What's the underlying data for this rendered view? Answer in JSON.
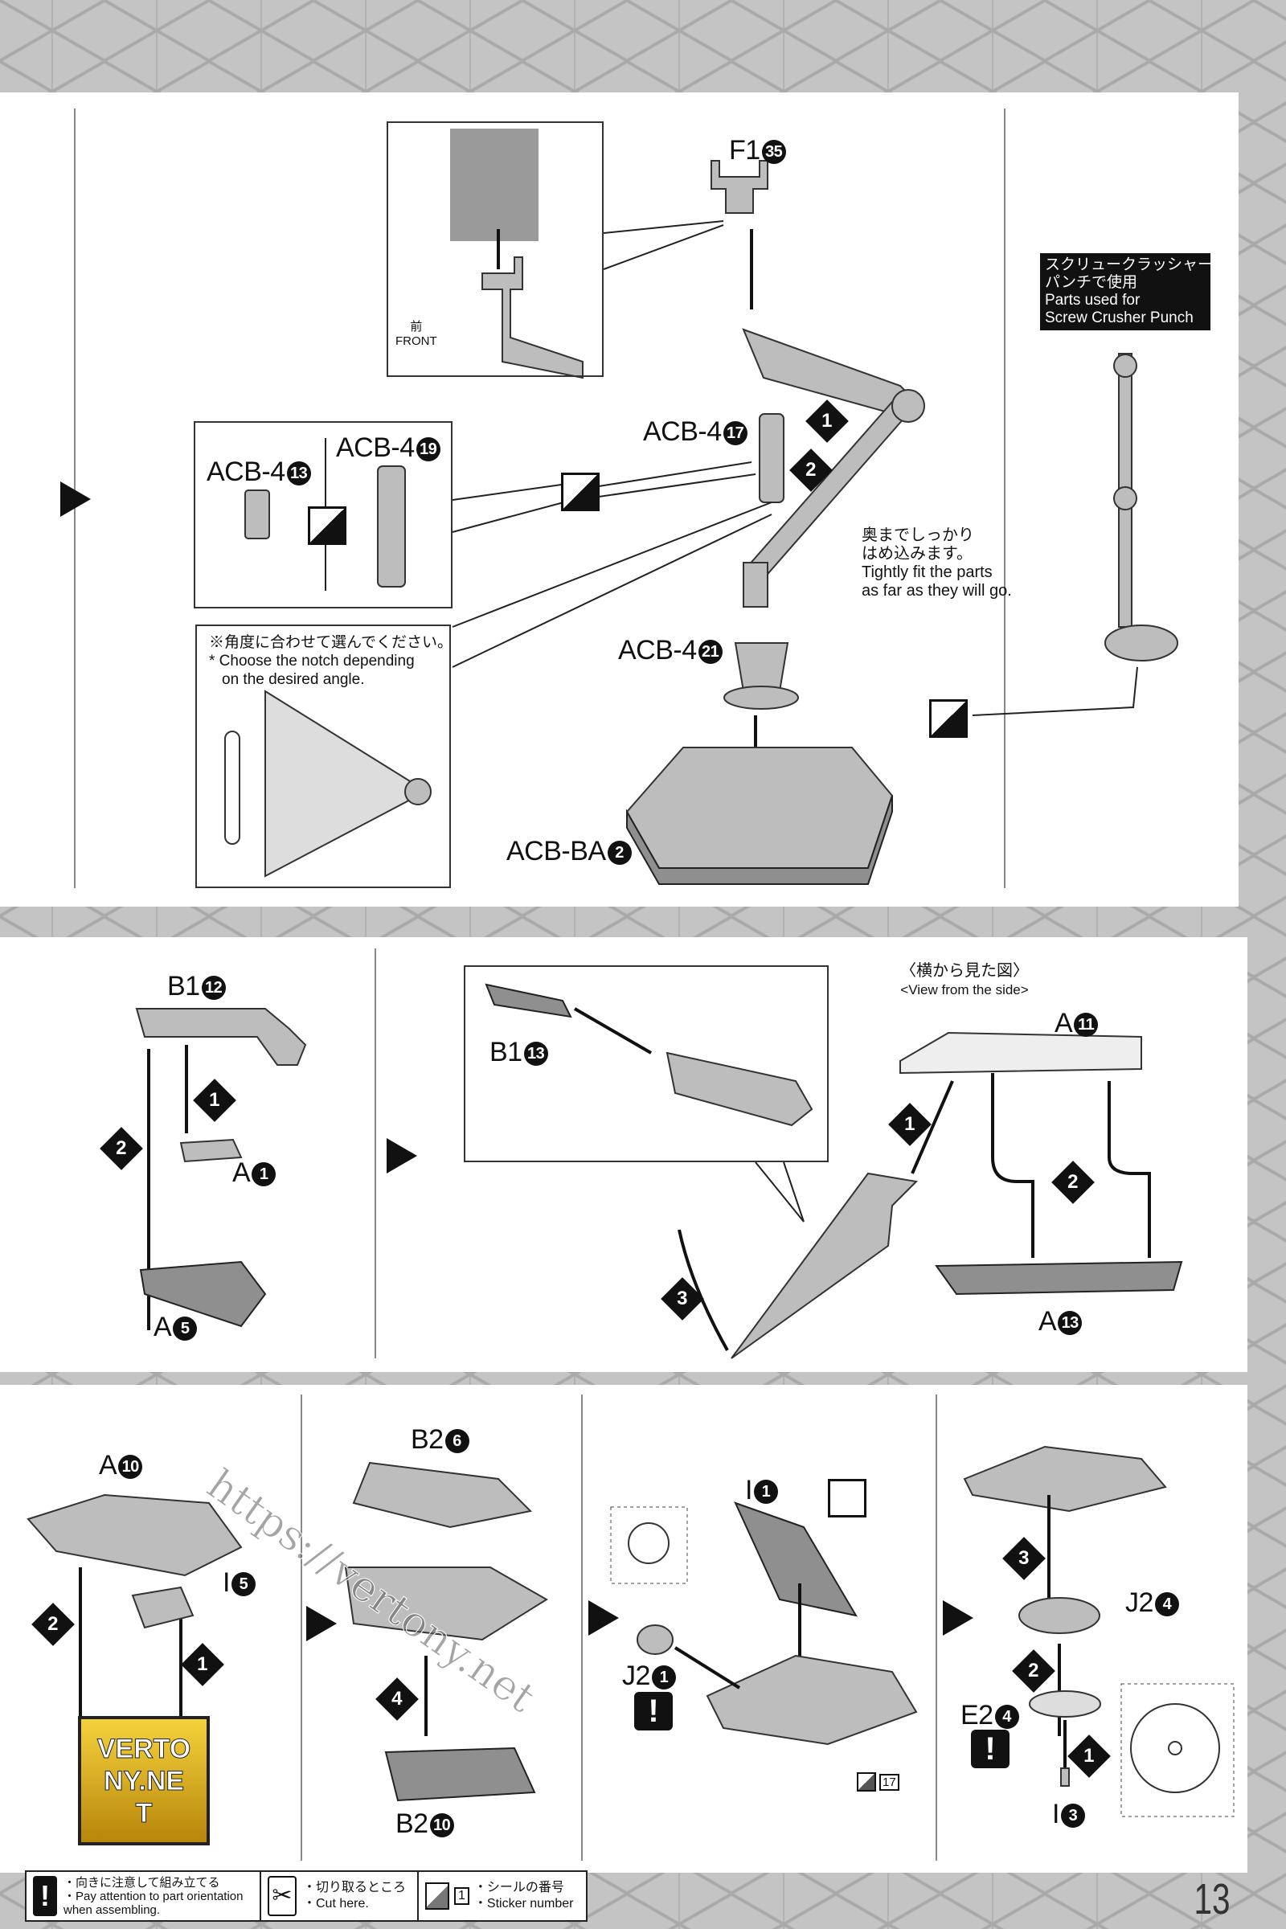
{
  "panel1": {
    "f1": {
      "code": "F1",
      "num": "35"
    },
    "acb4_17": {
      "code": "ACB-4",
      "num": "17"
    },
    "acb4_13": {
      "code": "ACB-4",
      "num": "13"
    },
    "acb4_19": {
      "code": "ACB-4",
      "num": "19"
    },
    "acb4_21": {
      "code": "ACB-4",
      "num": "21"
    },
    "acbba": {
      "code": "ACB-BA",
      "num": "2"
    },
    "front_jp": "前",
    "front_en": "FRONT",
    "steps": [
      "1",
      "2"
    ],
    "fit_note": {
      "jp1": "奥までしっかり",
      "jp2": "はめ込みます。",
      "en1": "Tightly fit the parts",
      "en2": "as far as they will go."
    },
    "parts_used": {
      "jp1": "スクリュークラッシャー",
      "jp2": "パンチで使用",
      "en1": "Parts used for",
      "en2": "Screw Crusher Punch"
    },
    "notch_note": {
      "jp": "※角度に合わせて選んでください。",
      "en1": "* Choose the notch depending",
      "en2": "on the desired angle."
    }
  },
  "panel2": {
    "b1_12": {
      "code": "B1",
      "num": "12"
    },
    "a1": {
      "code": "A",
      "num": "1"
    },
    "a5": {
      "code": "A",
      "num": "5"
    },
    "b1_13": {
      "code": "B1",
      "num": "13"
    },
    "a11": {
      "code": "A",
      "num": "11"
    },
    "a13": {
      "code": "A",
      "num": "13"
    },
    "side_view_jp": "〈横から見た図〉",
    "side_view_en": "<View from the side>",
    "steps": [
      "1",
      "2",
      "3"
    ]
  },
  "panel3": {
    "a10": {
      "code": "A",
      "num": "10"
    },
    "i5": {
      "code": "I",
      "num": "5"
    },
    "b2_6": {
      "code": "B2",
      "num": "6"
    },
    "b2_10": {
      "code": "B2",
      "num": "10"
    },
    "i1": {
      "code": "I",
      "num": "1"
    },
    "j2_1": {
      "code": "J2",
      "num": "1"
    },
    "j2_4": {
      "code": "J2",
      "num": "4"
    },
    "e2_4": {
      "code": "E2",
      "num": "4"
    },
    "i3": {
      "code": "I",
      "num": "3"
    },
    "sticker": "17",
    "steps": [
      "1",
      "2",
      "3",
      "4"
    ],
    "watermark": "https://vertony.net",
    "logo": "VERTONY.NET"
  },
  "legend": {
    "attention_jp": "・向きに注意して組み立てる",
    "attention_en1": "・Pay attention to part orientation",
    "attention_en2": "when assembling.",
    "cut_jp": "・切り取るところ",
    "cut_en": "・Cut here.",
    "sticker_num": "1",
    "sticker_jp": "・シールの番号",
    "sticker_en": "・Sticker number",
    "exclamation": "!"
  },
  "page_number": "13"
}
